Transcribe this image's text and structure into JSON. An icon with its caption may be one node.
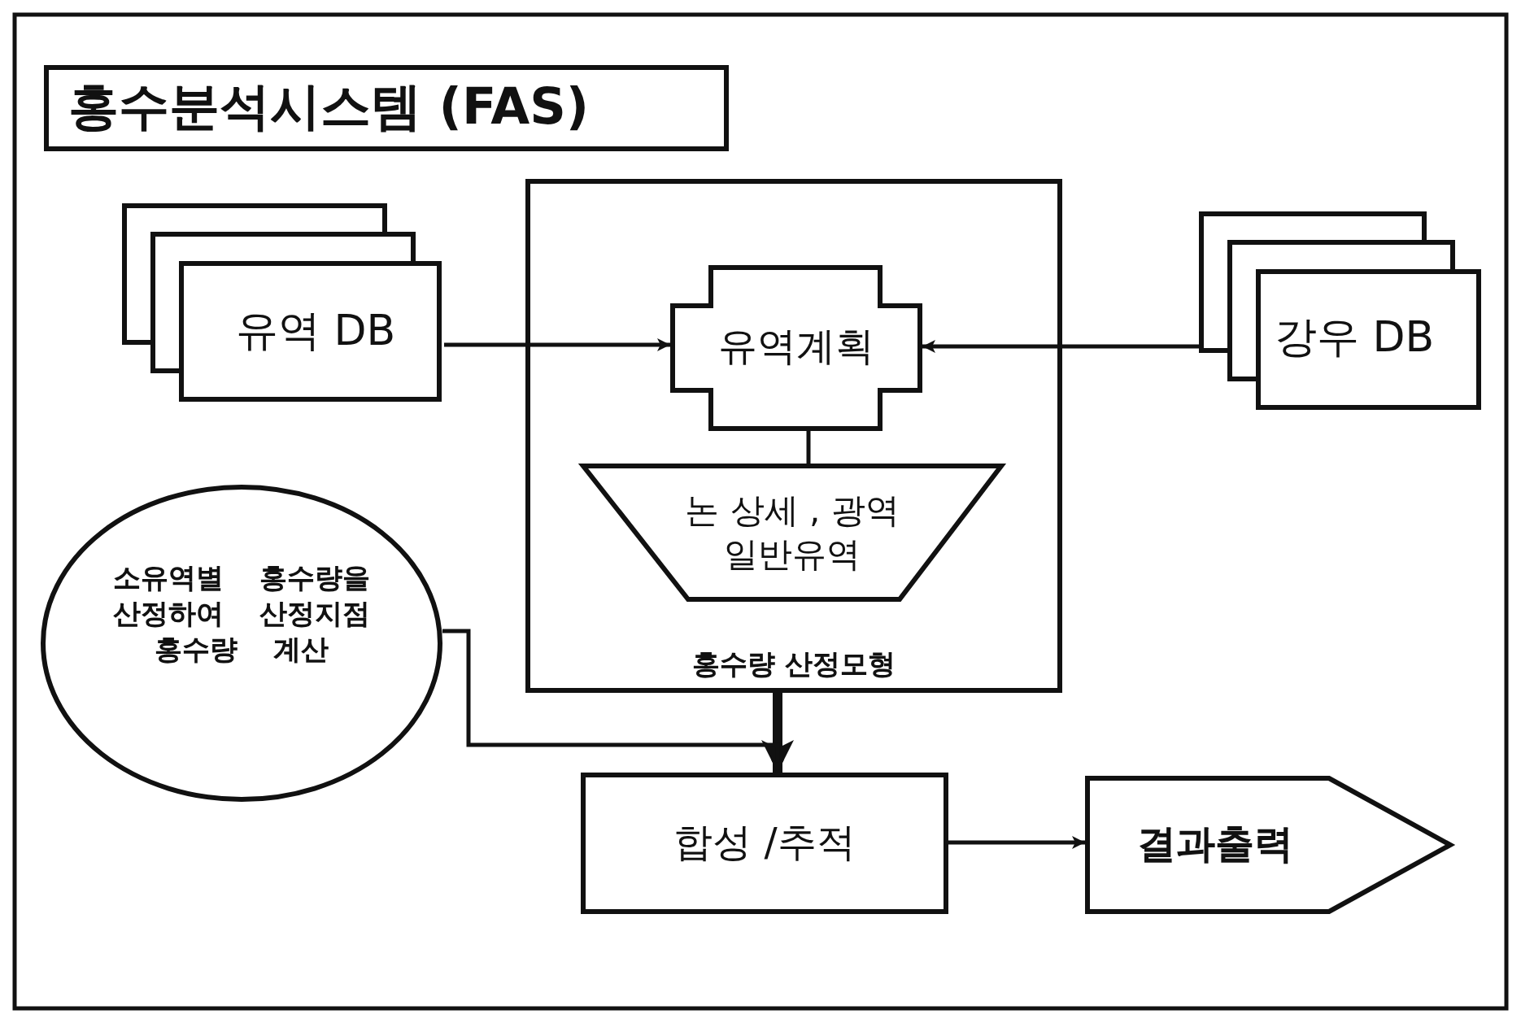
{
  "diagram": {
    "title": "홍수분석시스템 (FAS)",
    "nodes": [
      {
        "text": [
          "유역 DB"
        ]
      },
      {
        "text": [
          "홍수량 산정모형"
        ]
      },
      {
        "text": [
          "유역계획"
        ],
        "in": 1
      },
      {
        "text": [
          "논 상세 , 광역 일반유역"
        ],
        "in": 1
      },
      {
        "text": [
          "강우 DB"
        ]
      },
      {
        "text": [
          "소유역별 홍수량을 산정하여 산정지점 홍수량 계산"
        ]
      },
      {
        "text": [
          "합성 /추적"
        ]
      },
      {
        "text": [
          "결과출력"
        ]
      }
    ],
    "edges": [
      {
        "from": 0,
        "to": 2,
        "arrow": "to"
      },
      {
        "from": 4,
        "to": 2,
        "arrow": "to"
      },
      {
        "from": 2,
        "to": 3,
        "arrow": "none"
      },
      {
        "from": 1,
        "to": 6,
        "arrow": "to",
        "style": "thick"
      },
      {
        "from": 5,
        "to": 6,
        "arrow": "to"
      },
      {
        "from": 6,
        "to": 7,
        "arrow": "to"
      }
    ]
  }
}
